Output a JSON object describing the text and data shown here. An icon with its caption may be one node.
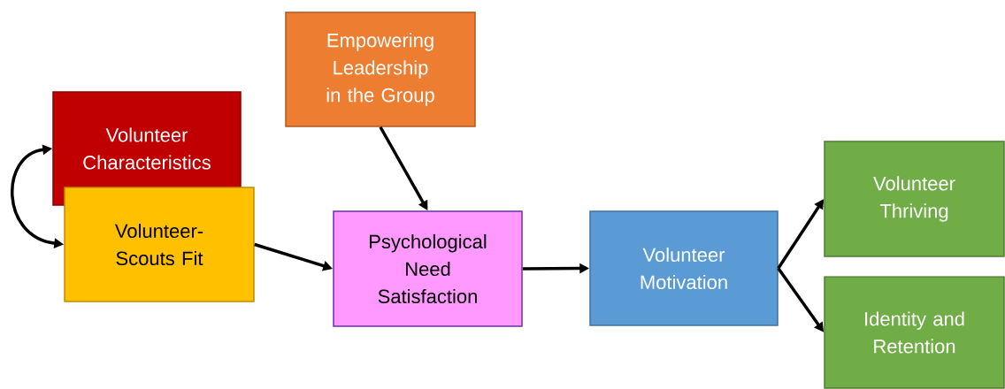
{
  "diagram": {
    "nodes": [
      {
        "text": [
          "Empowering Leadership in the Group"
        ]
      },
      {
        "text": [
          "Volunteer Characteristics"
        ]
      },
      {
        "text": [
          "Volunteer-Scouts Fit"
        ]
      },
      {
        "text": [
          "Psychological Need Satisfaction"
        ]
      },
      {
        "text": [
          "Volunteer Motivation"
        ]
      },
      {
        "text": [
          "Volunteer Thriving"
        ]
      },
      {
        "text": [
          "Identity and Retention"
        ]
      }
    ],
    "edges": [
      {
        "from": 1,
        "to": 2,
        "arrow": "both"
      },
      {
        "from": 0,
        "to": 3,
        "arrow": "to"
      },
      {
        "from": 2,
        "to": 3,
        "arrow": "to"
      },
      {
        "from": 3,
        "to": 4,
        "arrow": "to"
      },
      {
        "from": 4,
        "to": 5,
        "arrow": "to"
      },
      {
        "from": 4,
        "to": 6,
        "arrow": "to"
      }
    ]
  }
}
